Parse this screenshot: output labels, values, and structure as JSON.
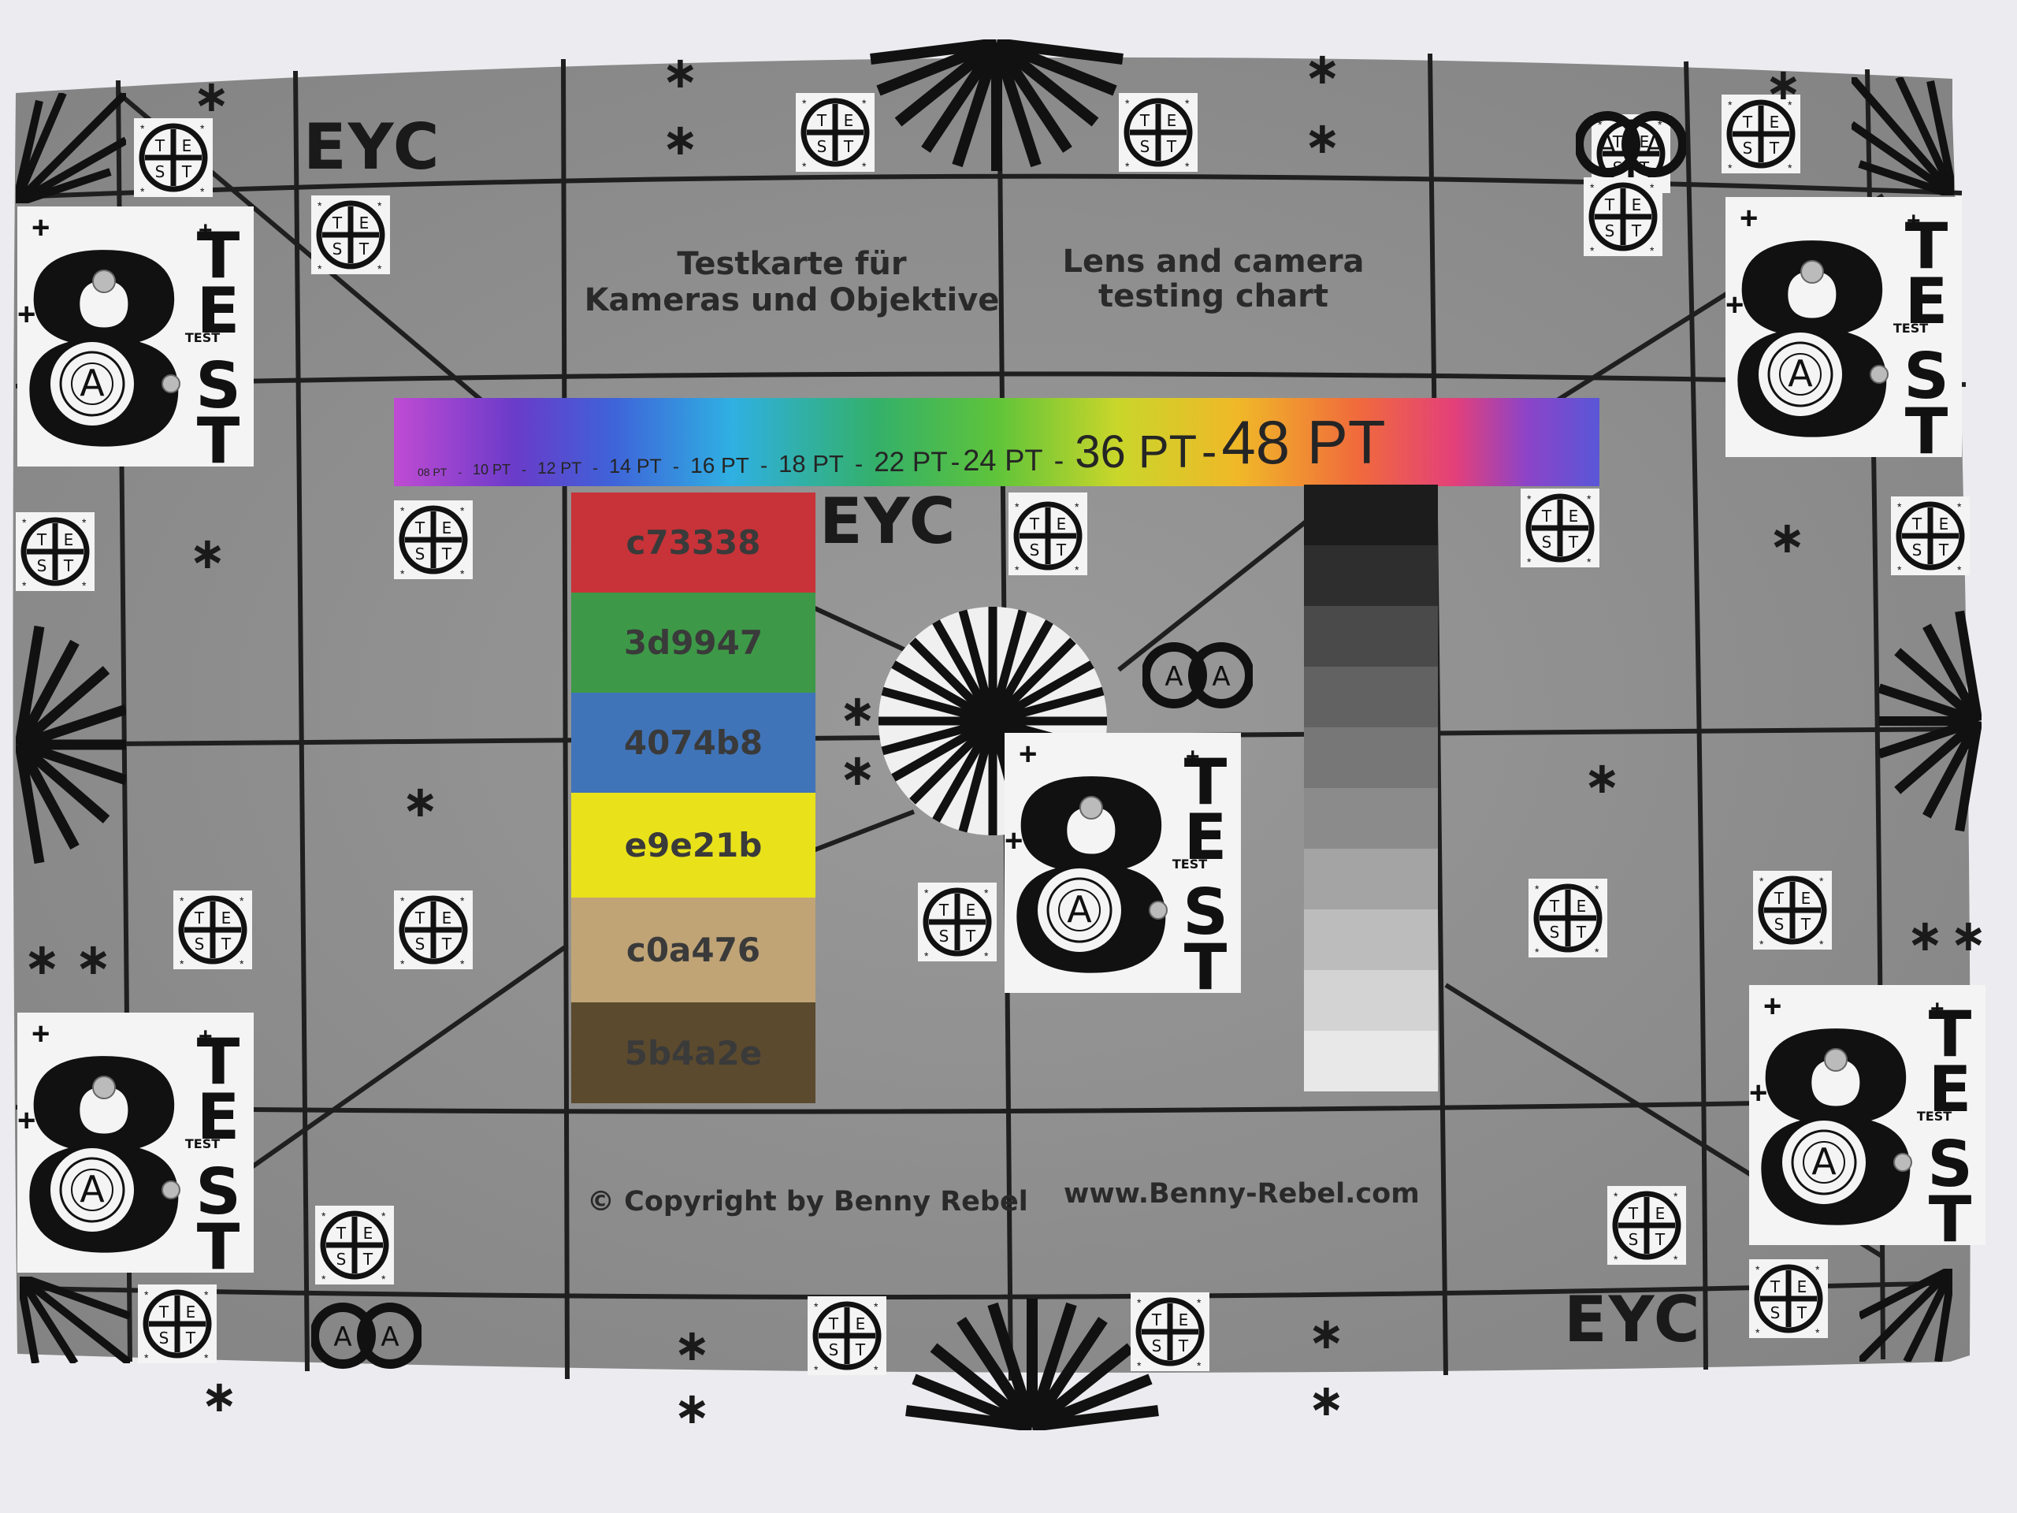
{
  "title_de": {
    "line1": "Testkarte für",
    "line2": "Kameras und Objektive"
  },
  "title_en": {
    "line1": "Lens and camera",
    "line2": "testing chart"
  },
  "eyc_label": "EYC",
  "font_size_band": [
    "08 PT",
    "10 PT",
    "12 PT",
    "14 PT",
    "16 PT",
    "18 PT",
    "22 PT",
    "24 PT",
    "36 PT",
    "48 PT"
  ],
  "font_size_separator": "-",
  "color_swatches": [
    {
      "label": "c73338",
      "color": "#c73338"
    },
    {
      "label": "3d9947",
      "color": "#3d9947"
    },
    {
      "label": "4074b8",
      "color": "#4074b8"
    },
    {
      "label": "e9e21b",
      "color": "#e9e21b"
    },
    {
      "label": "c0a476",
      "color": "#c0a476"
    },
    {
      "label": "5b4a2e",
      "color": "#5b4a2e"
    }
  ],
  "grayscale_steps": [
    "#1c1c1c",
    "#2e2e2e",
    "#4a4a4a",
    "#626262",
    "#777777",
    "#8b8b8b",
    "#a4a4a4",
    "#bcbcbc",
    "#d3d3d3",
    "#e8e8e8"
  ],
  "copyright": "© Copyright by Benny Rebel",
  "website": "www.Benny-Rebel.com",
  "test_tag": {
    "t": "T",
    "e": "E",
    "s": "S",
    "t2": "T"
  },
  "big_block": {
    "digit": "8",
    "letter": "A",
    "word": "TEST",
    "small_word": "TEST"
  },
  "colors": {
    "paper": "#8f8f8f",
    "grid_line": "#1f1f1f",
    "background": "#ecebef"
  }
}
